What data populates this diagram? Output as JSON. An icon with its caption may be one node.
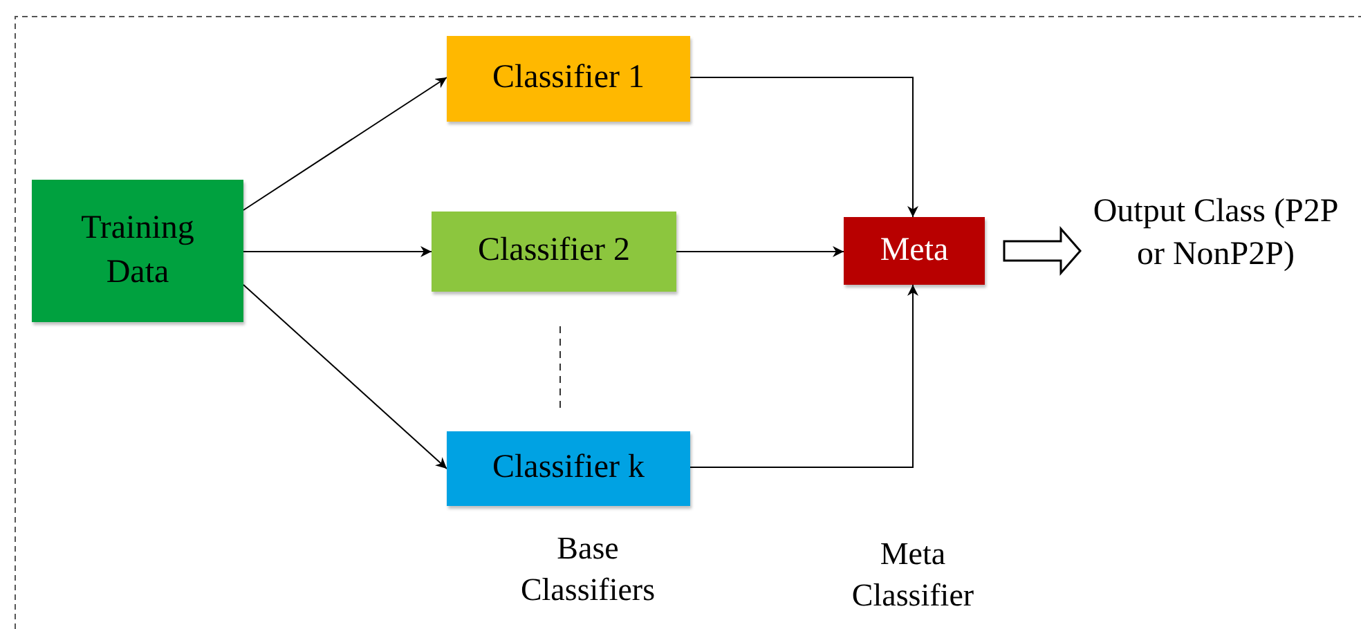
{
  "diagram": {
    "nodes": [
      {
        "text": [
          "Training Data"
        ]
      },
      {
        "text": [
          "Classifier 1"
        ]
      },
      {
        "text": [
          "Classifier 2"
        ]
      },
      {
        "text": [
          "Classifier k"
        ]
      },
      {
        "text": [
          "Meta"
        ]
      },
      {
        "text": [
          "Output Class (P2P or NonP2P)"
        ]
      }
    ],
    "edges": [
      {
        "from": 0,
        "to": 1,
        "arrow": "to"
      },
      {
        "from": 0,
        "to": 2,
        "arrow": "to"
      },
      {
        "from": 0,
        "to": 3,
        "arrow": "to"
      },
      {
        "from": 1,
        "to": 4,
        "arrow": "to"
      },
      {
        "from": 2,
        "to": 4,
        "arrow": "to"
      },
      {
        "from": 3,
        "to": 4,
        "arrow": "to"
      },
      {
        "from": 4,
        "to": 5,
        "arrow": "to",
        "style": "thick"
      }
    ],
    "labels": [
      "Base Classifiers",
      "Meta Classifier"
    ]
  }
}
